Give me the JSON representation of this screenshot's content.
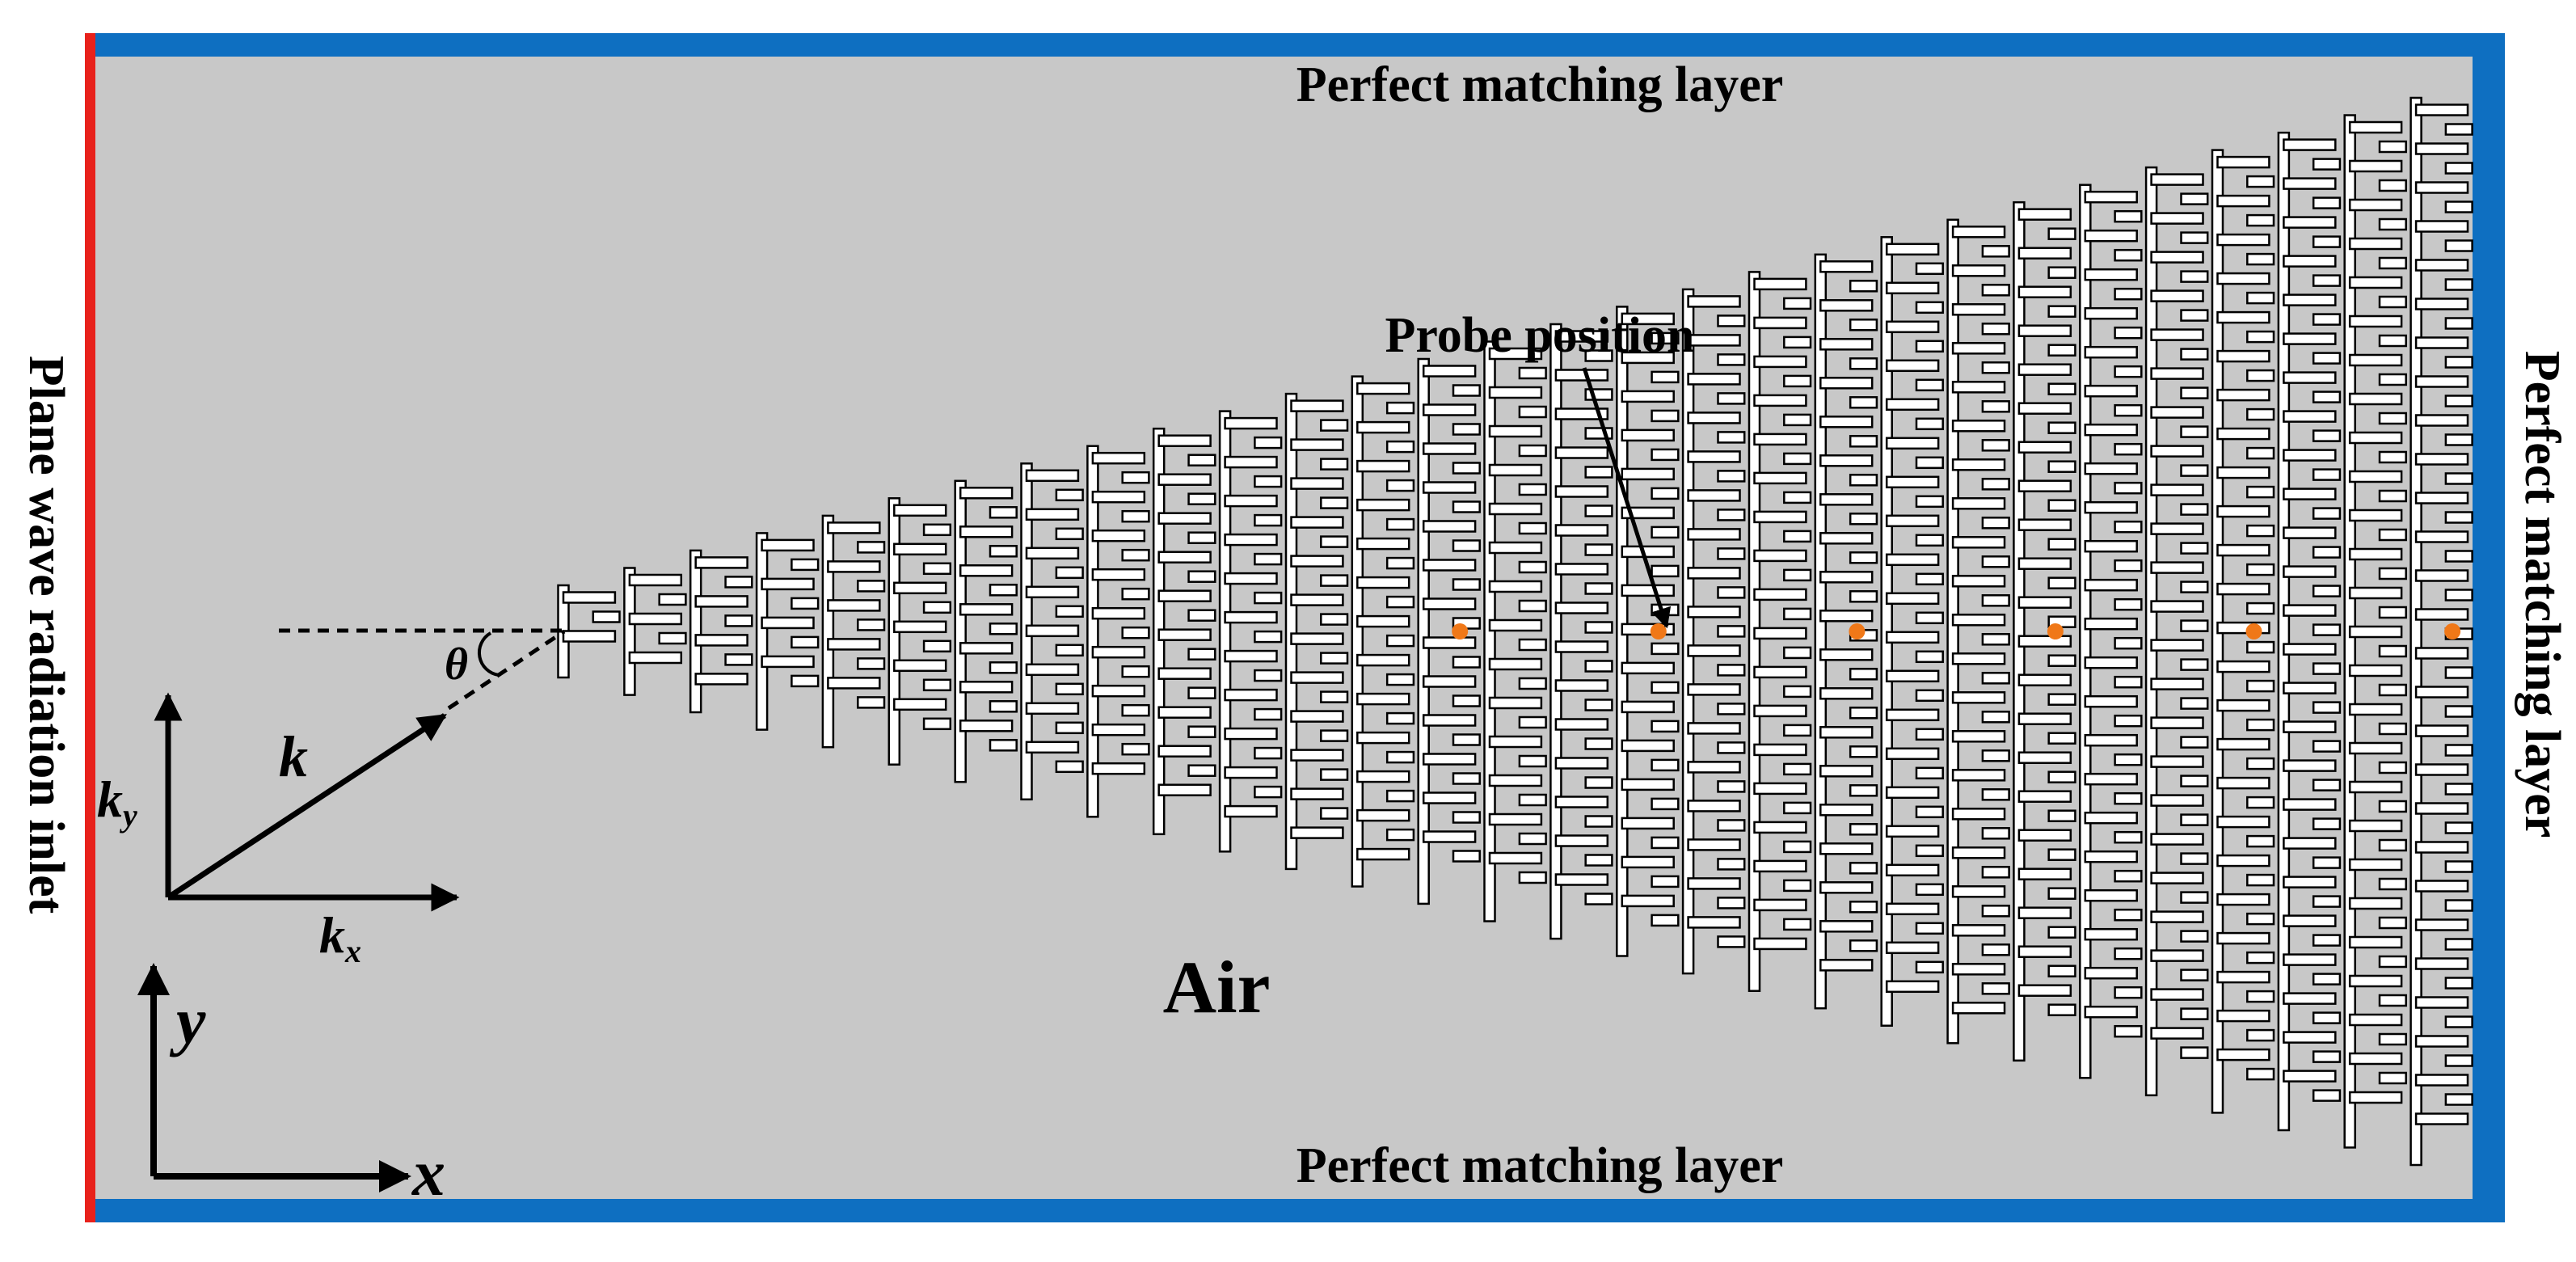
{
  "labels": {
    "pml_top": "Perfect matching layer",
    "pml_bottom": "Perfect matching layer",
    "pml_right": "Perfect matching layer",
    "inlet": "Plane wave radiation inlet",
    "probe": "Probe position",
    "air": "Air",
    "theta": "θ",
    "k": "k",
    "ky_base": "k",
    "ky_sub": "y",
    "kx_base": "k",
    "kx_sub": "x",
    "y_axis": "y",
    "x_axis": "x"
  },
  "colors": {
    "background": "#c8c8c8",
    "pml_border": "#0e6fc1",
    "inlet_line": "#e8211b",
    "probe": "#f07818",
    "structure_fill": "#ffffff",
    "structure_stroke": "#000000"
  },
  "structure": {
    "units": 29,
    "probe_units": [
      13,
      16,
      19,
      22,
      25,
      28
    ]
  }
}
